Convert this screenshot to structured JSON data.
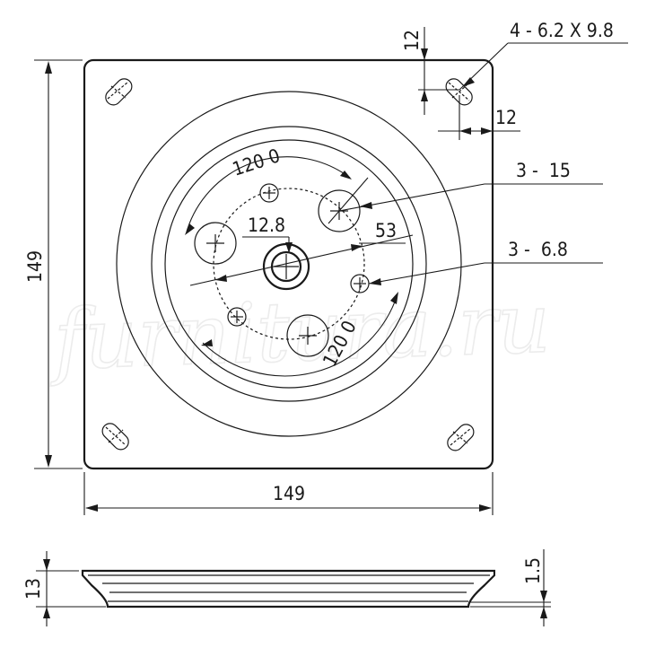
{
  "watermark": "furnitura.ru",
  "dimensions": {
    "slots": "4 - 6.2 X 9.8",
    "slot_offset_vertical": "12",
    "slot_offset_horizontal": "12",
    "large_holes": "3 -  15",
    "small_holes": "3 -  6.8",
    "center_hole": "12.8",
    "pitch_diameter": "53",
    "angle_top": "120 0",
    "angle_bottom": "120 0",
    "height_left": "149",
    "width_bottom": "149",
    "profile_height": "13",
    "sheet_thickness": "1.5"
  }
}
